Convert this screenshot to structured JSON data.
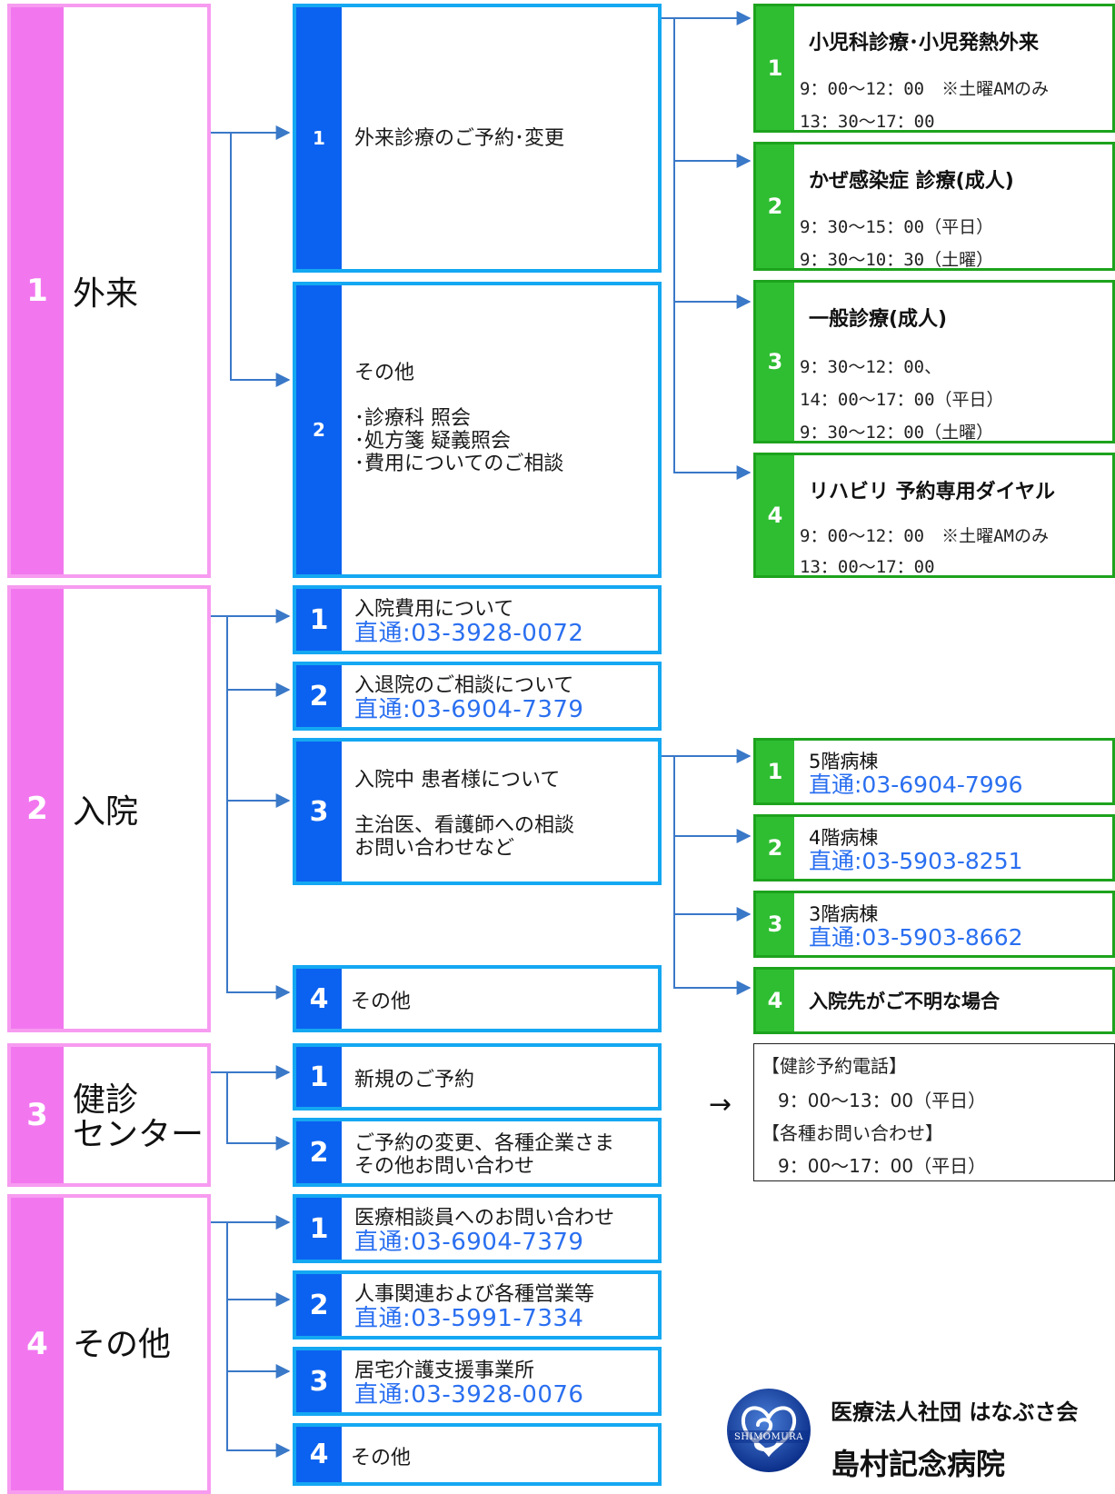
{
  "level1": [
    {
      "num": "1",
      "label": "外来"
    },
    {
      "num": "2",
      "label": "入院"
    },
    {
      "num": "3",
      "label": "健診\nセンター"
    },
    {
      "num": "4",
      "label": "その他"
    }
  ],
  "outpatient": {
    "items": [
      {
        "num": "1",
        "text": "外来診療のご予約･変更"
      },
      {
        "num": "2",
        "text": "その他\n\n･診療科 照会\n･処方箋 疑義照会\n･費用についてのご相談"
      }
    ],
    "departments": [
      {
        "num": "1",
        "title": "小児科診療･小児発熱外来",
        "hours": [
          "9：00〜12：00　※土曜AMのみ",
          "13：30〜17：00"
        ]
      },
      {
        "num": "2",
        "title": "かぜ感染症 診療(成人)",
        "hours": [
          "9：30〜15：00（平日）",
          "9：30〜10：30（土曜）"
        ]
      },
      {
        "num": "3",
        "title": "一般診療(成人)",
        "hours": [
          "9：30〜12：00、",
          "14：00〜17：00（平日）",
          "9：30〜12：00（土曜）"
        ]
      },
      {
        "num": "4",
        "title": "リハビリ 予約専用ダイヤル",
        "hours": [
          "9：00〜12：00　※土曜AMのみ",
          "13：00〜17：00"
        ]
      }
    ]
  },
  "inpatient": {
    "items": [
      {
        "num": "1",
        "text": "入院費用について",
        "phone": "直通:03-3928-0072"
      },
      {
        "num": "2",
        "text": "入退院のご相談について",
        "phone": "直通:03-6904-7379"
      },
      {
        "num": "3",
        "text": "入院中 患者様について\n\n主治医、看護師への相談\nお問い合わせなど"
      },
      {
        "num": "4",
        "text": "その他"
      }
    ],
    "wards": [
      {
        "num": "1",
        "text": "5階病棟",
        "phone": "直通:03-6904-7996"
      },
      {
        "num": "2",
        "text": "4階病棟",
        "phone": "直通:03-5903-8251"
      },
      {
        "num": "3",
        "text": "3階病棟",
        "phone": "直通:03-5903-8662"
      },
      {
        "num": "4",
        "text": "入院先がご不明な場合"
      }
    ]
  },
  "checkup": {
    "items": [
      {
        "num": "1",
        "text": "新規のご予約"
      },
      {
        "num": "2",
        "text": "ご予約の変更、各種企業さま\nその他お問い合わせ"
      }
    ],
    "arrow": "→",
    "info": [
      "【健診予約電話】",
      "9：00〜13：00（平日）",
      "【各種お問い合わせ】",
      "9：00〜17：00（平日）"
    ]
  },
  "other": {
    "items": [
      {
        "num": "1",
        "text": "医療相談員へのお問い合わせ",
        "phone": "直通:03-6904-7379"
      },
      {
        "num": "2",
        "text": "人事関連および各種営業等",
        "phone": "直通:03-5991-7334"
      },
      {
        "num": "3",
        "text": "居宅介護支援事業所",
        "phone": "直通:03-3928-0076"
      },
      {
        "num": "4",
        "text": "その他"
      }
    ]
  },
  "footer": {
    "logo_text": "SHIMOMURA",
    "org": "医療法人社団 はなぶさ会",
    "hospital": "島村記念病院"
  },
  "colors": {
    "pink": "#f277ef",
    "blue": "#0b62f0",
    "green": "#2fbe32",
    "phone": "#2a6ff0",
    "line": "#3a78c8"
  }
}
